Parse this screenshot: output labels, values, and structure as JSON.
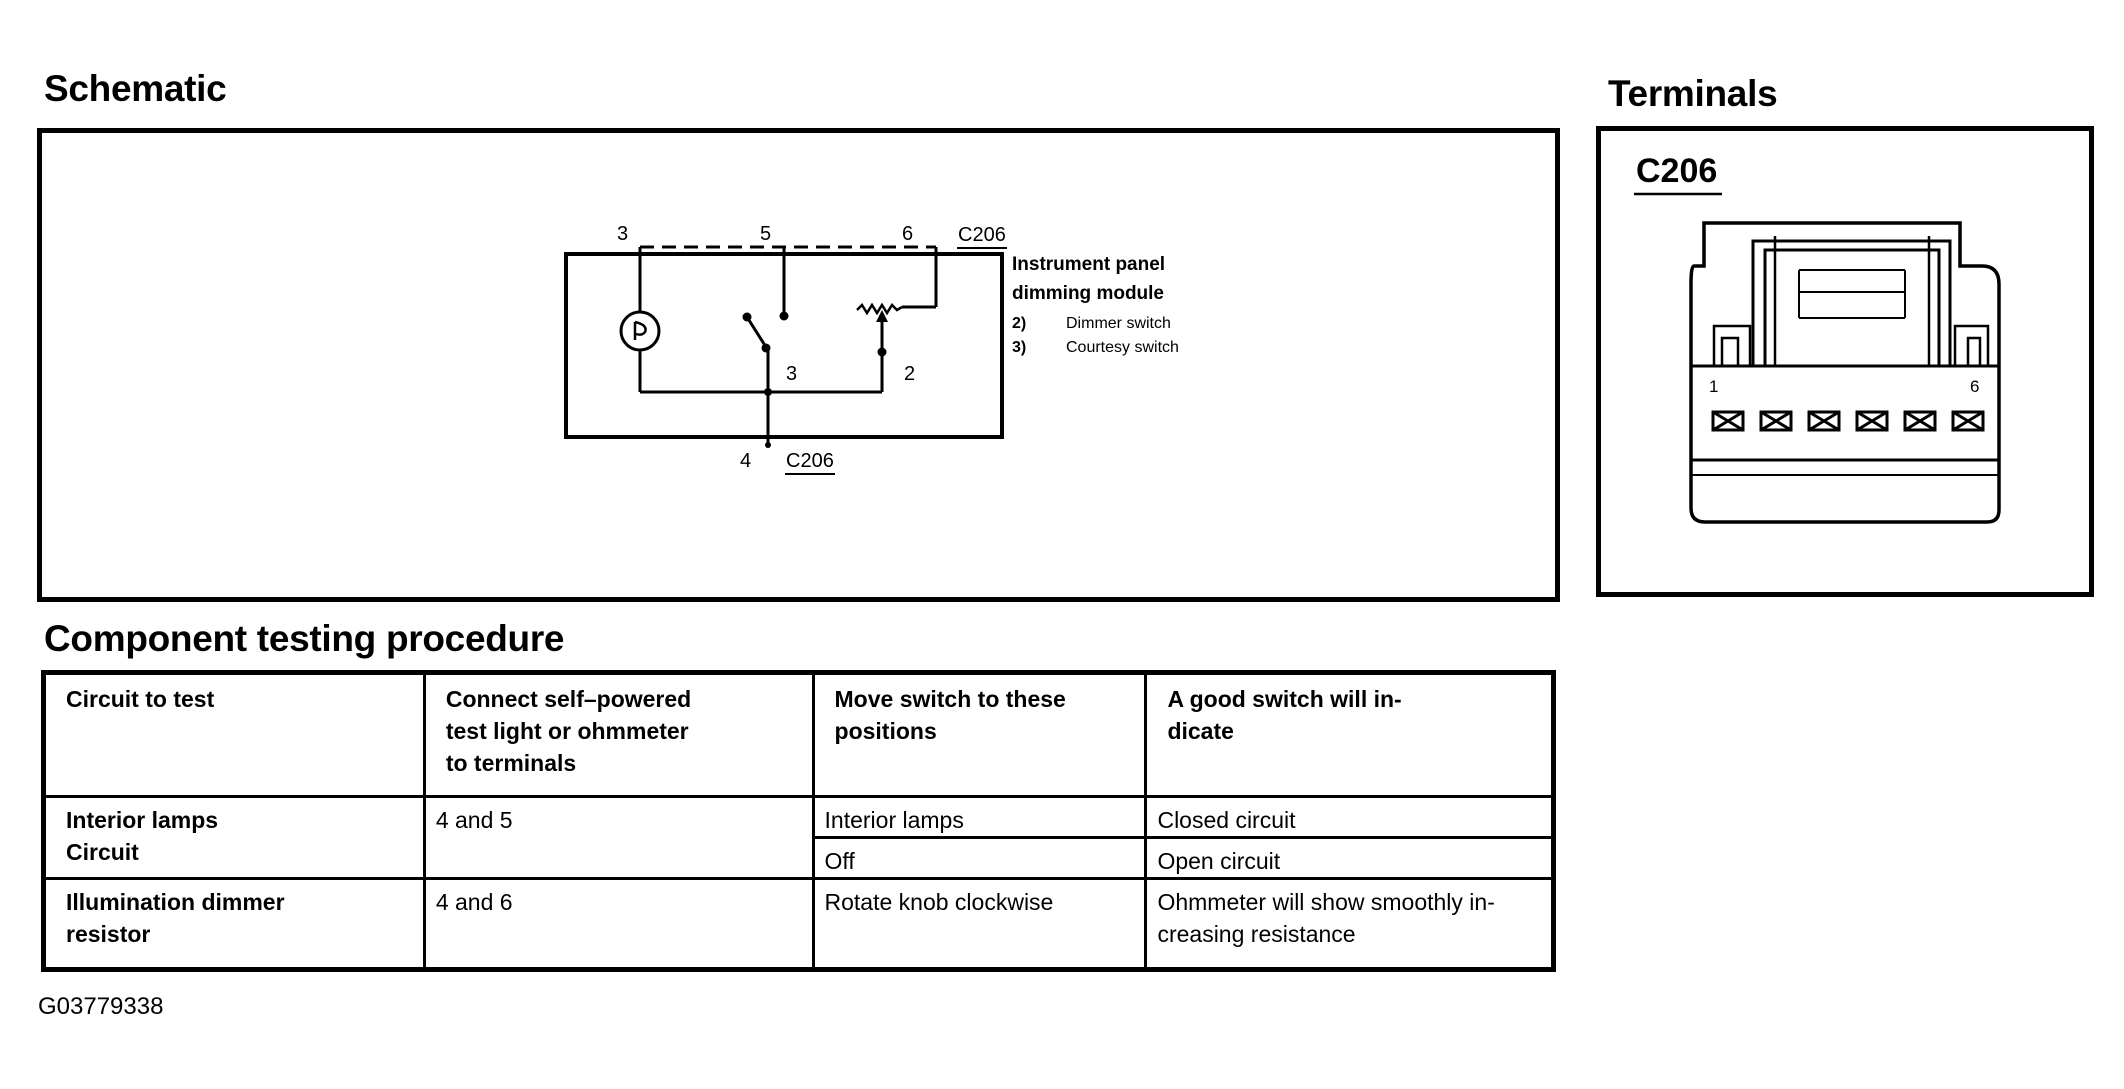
{
  "schematic": {
    "title": "Schematic",
    "pin_top_left": "3",
    "pin_top_mid": "5",
    "pin_top_right": "6",
    "connector_top": "C206",
    "pin_switch": "3",
    "pin_dimmer": "2",
    "pin_bottom": "4",
    "connector_bottom": "C206",
    "module_line1": "Instrument panel",
    "module_line2": "dimming module",
    "legend": [
      {
        "num": "2)",
        "text": "Dimmer switch"
      },
      {
        "num": "3)",
        "text": "Courtesy switch"
      }
    ]
  },
  "terminals": {
    "title": "Terminals",
    "connector": "C206",
    "pin_first": "1",
    "pin_last": "6",
    "pin_count": 6
  },
  "procedure": {
    "title": "Component testing procedure",
    "headers": [
      [
        "Circuit to test"
      ],
      [
        "Connect self–powered",
        "test light or ohmmeter",
        "to terminals"
      ],
      [
        "Move switch to these",
        "positions"
      ],
      [
        "A good switch will in-",
        "dicate"
      ]
    ],
    "rows": [
      {
        "circuit": [
          "Interior lamps",
          "Circuit"
        ],
        "terminals": "4 and 5",
        "positions": [
          "Interior lamps",
          "Off"
        ],
        "indications": [
          "Closed circuit",
          "Open circuit"
        ]
      },
      {
        "circuit": [
          "Illumination dimmer",
          "resistor"
        ],
        "terminals": "4 and 6",
        "position": "Rotate knob clockwise",
        "indication": [
          "Ohmmeter will show smoothly in-",
          "creasing resistance"
        ]
      }
    ]
  },
  "figure_id": "G03779338"
}
